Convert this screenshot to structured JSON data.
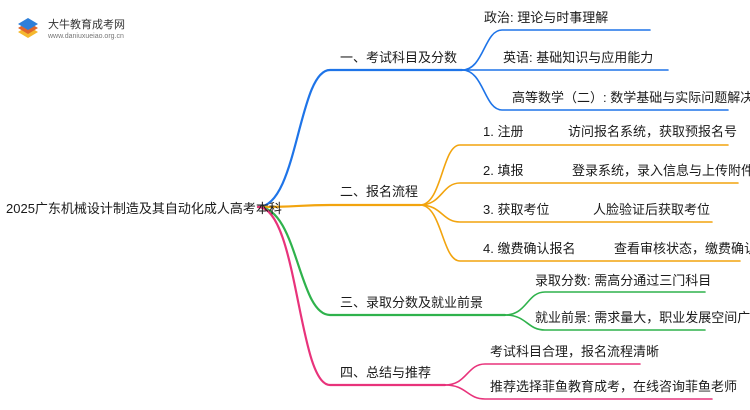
{
  "logo": {
    "name": "大牛教育成考网",
    "url": "www.daniuxueiao.org.cn",
    "icon": "book-stack-icon"
  },
  "root": "2025广东机械设计制造及其自动化成人高考本科",
  "branches": [
    {
      "label": "一、考试科目及分数",
      "color": "#1e74e8",
      "items": [
        {
          "text": "政治: 理论与时事理解"
        },
        {
          "text": "英语: 基础知识与应用能力"
        },
        {
          "text": "高等数学（二）: 数学基础与实际问题解决"
        }
      ]
    },
    {
      "label": "二、报名流程",
      "color": "#f2a40e",
      "items": [
        {
          "step": "1. 注册",
          "desc": "访问报名系统，获取预报名号"
        },
        {
          "step": "2. 填报",
          "desc": "登录系统，录入信息与上传附件"
        },
        {
          "step": "3. 获取考位",
          "desc": "人脸验证后获取考位"
        },
        {
          "step": "4. 缴费确认报名",
          "desc": "查看审核状态，缴费确认"
        }
      ]
    },
    {
      "label": "三、录取分数及就业前景",
      "color": "#2fb24c",
      "items": [
        {
          "text": "录取分数: 需高分通过三门科目"
        },
        {
          "text": "就业前景: 需求量大，职业发展空间广"
        }
      ]
    },
    {
      "label": "四、总结与推荐",
      "color": "#e8337b",
      "items": [
        {
          "text": "考试科目合理，报名流程清晰"
        },
        {
          "text": "推荐选择菲鱼教育成考，在线咨询菲鱼老师"
        }
      ]
    }
  ]
}
